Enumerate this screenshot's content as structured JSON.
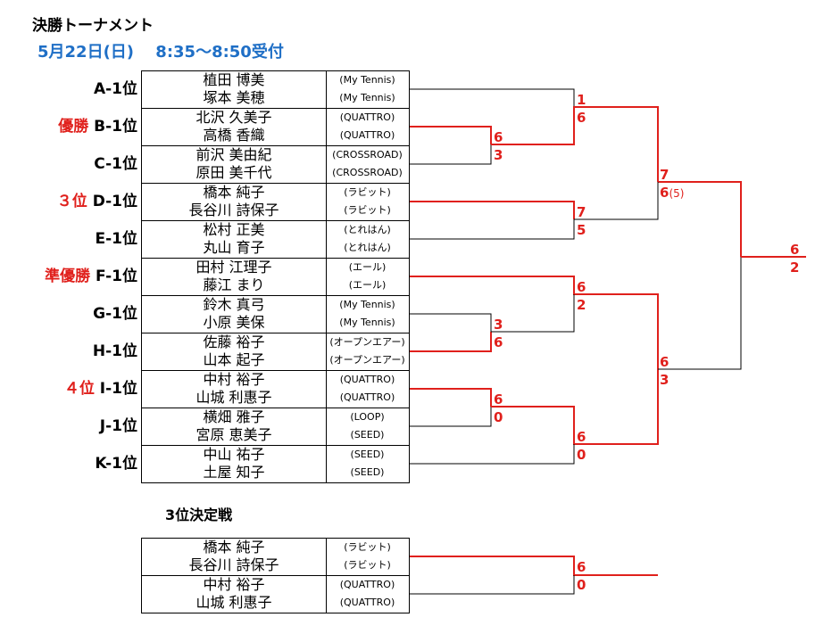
{
  "title": "決勝トーナメント",
  "date": "5月22日(日)　 8:35～8:50受付",
  "seeds": [
    {
      "label": "A-1位",
      "award": ""
    },
    {
      "label": "B-1位",
      "award": "優勝"
    },
    {
      "label": "C-1位",
      "award": ""
    },
    {
      "label": "D-1位",
      "award": "３位"
    },
    {
      "label": "E-1位",
      "award": ""
    },
    {
      "label": "F-1位",
      "award": "準優勝"
    },
    {
      "label": "G-1位",
      "award": ""
    },
    {
      "label": "H-1位",
      "award": ""
    },
    {
      "label": "I-1位",
      "award": "４位"
    },
    {
      "label": "J-1位",
      "award": ""
    },
    {
      "label": "K-1位",
      "award": ""
    }
  ],
  "players": [
    {
      "n1": "植田 博美",
      "c1": "(My Tennis)",
      "n2": "塚本 美穂",
      "c2": "(My Tennis)"
    },
    {
      "n1": "北沢 久美子",
      "c1": "(QUATTRO)",
      "n2": "高橋 香織",
      "c2": "(QUATTRO)"
    },
    {
      "n1": "前沢 美由紀",
      "c1": "(CROSSROAD)",
      "n2": "原田 美千代",
      "c2": "(CROSSROAD)"
    },
    {
      "n1": "橋本 純子",
      "c1": "(ラビット)",
      "n2": "長谷川 詩保子",
      "c2": "(ラビット)"
    },
    {
      "n1": "松村 正美",
      "c1": "(とれはん)",
      "n2": "丸山 育子",
      "c2": "(とれはん)"
    },
    {
      "n1": "田村 江理子",
      "c1": "(エール)",
      "n2": "藤江 まり",
      "c2": "(エール)"
    },
    {
      "n1": "鈴木 真弓",
      "c1": "(My Tennis)",
      "n2": "小原 美保",
      "c2": "(My Tennis)"
    },
    {
      "n1": "佐藤 裕子",
      "c1": "(オープンエアー)",
      "n2": "山本 起子",
      "c2": "(オープンエアー)"
    },
    {
      "n1": "中村 裕子",
      "c1": "(QUATTRO)",
      "n2": "山城 利惠子",
      "c2": "(QUATTRO)"
    },
    {
      "n1": "横畑 雅子",
      "c1": "(LOOP)",
      "n2": "宮原 恵美子",
      "c2": "(SEED)"
    },
    {
      "n1": "中山 祐子",
      "c1": "(SEED)",
      "n2": "土屋 知子",
      "c2": "(SEED)"
    }
  ],
  "scores": {
    "bc_top": "6",
    "bc_bot": "3",
    "de_top": "7",
    "de_bot": "5",
    "gh_top": "3",
    "gh_bot": "6",
    "ij_top": "6",
    "ij_bot": "0",
    "a_bc_top": "1",
    "a_bc_bot": "6",
    "f_gh_top": "6",
    "f_gh_bot": "2",
    "ij_k_top": "6",
    "ij_k_bot": "0",
    "sf1_top": "7",
    "sf1_bot": "6",
    "sf1_tb": "(5)",
    "sf2_top": "6",
    "sf2_bot": "3",
    "final_top": "6",
    "final_bot": "2"
  },
  "third_place": {
    "title": "3位決定戦",
    "players": [
      {
        "n1": "橋本 純子",
        "c1": "(ラビット)",
        "n2": "長谷川 詩保子",
        "c2": "(ラビット)"
      },
      {
        "n1": "中村 裕子",
        "c1": "(QUATTRO)",
        "n2": "山城 利惠子",
        "c2": "(QUATTRO)"
      }
    ],
    "score_top": "6",
    "score_bot": "0"
  },
  "colors": {
    "win": "#e0201c",
    "accent": "#1f6fc6",
    "line": "#000000"
  }
}
